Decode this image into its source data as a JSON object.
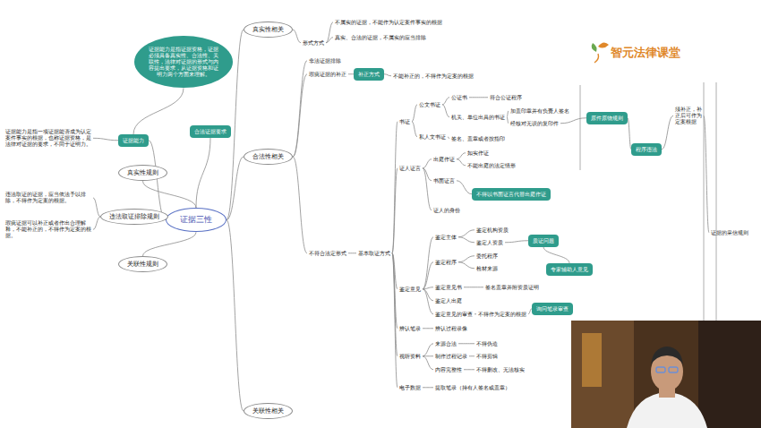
{
  "diagram": {
    "nodes": [
      {
        "text": [
          "证据三性"
        ]
      },
      {
        "text": [
          "证据能力是指证据资格，证据必须具备真实性、合法性、关联性，法律对证据的形式与内容提出要求，从证据资格和证明力两个方面来理解。"
        ]
      },
      {
        "text": [
          "证据能力"
        ]
      },
      {
        "text": [
          "真实性规则"
        ]
      },
      {
        "text": [
          "违法取证排除规则"
        ]
      },
      {
        "text": [
          "关联性规则"
        ]
      },
      {
        "text": [
          "证据能力是指一项证据能否成为认定案件事实的根据，也称证据资格，是法律对证据的要求，不同于证明力。"
        ]
      },
      {
        "text": [
          "违法取证的证据，应当依法予以排除，不得作为定案的根据。"
        ]
      },
      {
        "text": [
          "瑕疵证据可以补正或者作出合理解释，不能补正的，不得作为定案的根据。"
        ]
      },
      {
        "text": [
          "真实性相关"
        ]
      },
      {
        "text": [
          "合法性相关"
        ]
      },
      {
        "text": [
          "关联性相关"
        ]
      },
      {
        "text": [
          "合法证据要求"
        ]
      },
      {
        "text": [
          "形式方式"
        ]
      },
      {
        "text": [
          "不属实的证据，不能作为认定案件事实的根据"
        ]
      },
      {
        "text": [
          "真实、合法的证据，不属实的应当排除"
        ]
      },
      {
        "text": [
          "非法证据排除"
        ]
      },
      {
        "text": [
          "瑕疵证据的补正"
        ]
      },
      {
        "text": [
          "补正方式"
        ]
      },
      {
        "text": [
          "不能补正的，不得作为定案的根据"
        ]
      },
      {
        "text": [
          "不符合法定形式"
        ]
      },
      {
        "text": [
          "基本取证方式"
        ]
      },
      {
        "text": [
          "书证"
        ]
      },
      {
        "text": [
          "公文书证"
        ]
      },
      {
        "text": [
          "私人文书证"
        ]
      },
      {
        "text": [
          "公证书"
        ]
      },
      {
        "text": [
          "符合公证程序"
        ]
      },
      {
        "text": [
          "机关、单位出具的书证"
        ]
      },
      {
        "text": [
          "加盖印章并有负责人签名"
        ]
      },
      {
        "text": [
          "经核对无误的复印件"
        ]
      },
      {
        "text": [
          "签名、盖章或者按指印"
        ]
      },
      {
        "text": [
          "证人证言"
        ]
      },
      {
        "text": [
          "出庭作证"
        ]
      },
      {
        "text": [
          "如实作证"
        ]
      },
      {
        "text": [
          "不能出庭的法定情形"
        ]
      },
      {
        "text": [
          "书面证言"
        ]
      },
      {
        "text": [
          "不得以书面证言代替出庭作证"
        ]
      },
      {
        "text": [
          "证人的身份"
        ]
      },
      {
        "text": [
          "鉴定意见"
        ]
      },
      {
        "text": [
          "鉴定主体"
        ]
      },
      {
        "text": [
          "鉴定机构资质"
        ]
      },
      {
        "text": [
          "鉴定人资质"
        ]
      },
      {
        "text": [
          "鉴定程序"
        ]
      },
      {
        "text": [
          "委托程序"
        ]
      },
      {
        "text": [
          "检材来源"
        ]
      },
      {
        "text": [
          "鉴定意见书"
        ]
      },
      {
        "text": [
          "签名盖章并附资质证明"
        ]
      },
      {
        "text": [
          "鉴定人出庭"
        ]
      },
      {
        "text": [
          "鉴定意见的审查"
        ]
      },
      {
        "text": [
          "不得作为定案的根据"
        ]
      },
      {
        "text": [
          "质证问题"
        ]
      },
      {
        "text": [
          "专家辅助人意见"
        ]
      },
      {
        "text": [
          "询问笔录审查"
        ]
      },
      {
        "text": [
          "辨认笔录"
        ]
      },
      {
        "text": [
          "辨认过程录像"
        ]
      },
      {
        "text": [
          "视听资料"
        ]
      },
      {
        "text": [
          "来源合法"
        ]
      },
      {
        "text": [
          "不得伪造"
        ]
      },
      {
        "text": [
          "制作过程记录"
        ]
      },
      {
        "text": [
          "不得剪辑"
        ]
      },
      {
        "text": [
          "内容完整性"
        ]
      },
      {
        "text": [
          "不得删改、无法核实"
        ]
      },
      {
        "text": [
          "电子数据"
        ]
      },
      {
        "text": [
          "提取笔录（持有人签名或盖章）"
        ]
      },
      {
        "text": [
          "程序违法"
        ]
      },
      {
        "text": [
          "须补正，补正后可作为定案根据"
        ]
      },
      {
        "text": [
          "原件原物规则"
        ]
      },
      {
        "text": [
          "证据的采信规则"
        ]
      }
    ],
    "edges": [
      {
        "from": 0,
        "to": 2,
        "arrow": "none"
      },
      {
        "from": 0,
        "to": 3,
        "arrow": "none"
      },
      {
        "from": 0,
        "to": 4,
        "arrow": "none"
      },
      {
        "from": 0,
        "to": 5,
        "arrow": "none"
      },
      {
        "from": 2,
        "to": 1,
        "arrow": "none"
      },
      {
        "from": 2,
        "to": 6,
        "arrow": "none"
      },
      {
        "from": 4,
        "to": 7,
        "arrow": "none"
      },
      {
        "from": 4,
        "to": 8,
        "arrow": "none"
      },
      {
        "from": 0,
        "to": 12,
        "arrow": "none"
      },
      {
        "from": 0,
        "to": 9,
        "arrow": "none"
      },
      {
        "from": 0,
        "to": 10,
        "arrow": "none"
      },
      {
        "from": 0,
        "to": 11,
        "arrow": "none"
      },
      {
        "from": 9,
        "to": 13,
        "arrow": "none"
      },
      {
        "from": 13,
        "to": 14,
        "arrow": "none"
      },
      {
        "from": 13,
        "to": 15,
        "arrow": "none"
      },
      {
        "from": 10,
        "to": 16,
        "arrow": "none"
      },
      {
        "from": 10,
        "to": 17,
        "arrow": "none"
      },
      {
        "from": 10,
        "to": 20,
        "arrow": "none"
      },
      {
        "from": 17,
        "to": 18,
        "arrow": "none"
      },
      {
        "from": 18,
        "to": 19,
        "arrow": "none"
      },
      {
        "from": 20,
        "to": 21,
        "arrow": "none"
      },
      {
        "from": 21,
        "to": 22,
        "arrow": "none"
      },
      {
        "from": 21,
        "to": 31,
        "arrow": "none"
      },
      {
        "from": 21,
        "to": 38,
        "arrow": "none"
      },
      {
        "from": 21,
        "to": 53,
        "arrow": "none"
      },
      {
        "from": 21,
        "to": 55,
        "arrow": "none"
      },
      {
        "from": 21,
        "to": 62,
        "arrow": "none"
      },
      {
        "from": 22,
        "to": 23,
        "arrow": "none"
      },
      {
        "from": 22,
        "to": 24,
        "arrow": "none"
      },
      {
        "from": 23,
        "to": 25,
        "arrow": "none"
      },
      {
        "from": 25,
        "to": 26,
        "arrow": "none"
      },
      {
        "from": 23,
        "to": 27,
        "arrow": "none"
      },
      {
        "from": 27,
        "to": 28,
        "arrow": "none"
      },
      {
        "from": 27,
        "to": 29,
        "arrow": "none"
      },
      {
        "from": 24,
        "to": 30,
        "arrow": "none"
      },
      {
        "from": 31,
        "to": 32,
        "arrow": "none"
      },
      {
        "from": 31,
        "to": 35,
        "arrow": "none"
      },
      {
        "from": 31,
        "to": 37,
        "arrow": "none"
      },
      {
        "from": 32,
        "to": 33,
        "arrow": "none"
      },
      {
        "from": 32,
        "to": 34,
        "arrow": "none"
      },
      {
        "from": 35,
        "to": 36,
        "arrow": "none"
      },
      {
        "from": 38,
        "to": 39,
        "arrow": "none"
      },
      {
        "from": 38,
        "to": 42,
        "arrow": "none"
      },
      {
        "from": 38,
        "to": 45,
        "arrow": "none"
      },
      {
        "from": 38,
        "to": 47,
        "arrow": "none"
      },
      {
        "from": 38,
        "to": 48,
        "arrow": "none"
      },
      {
        "from": 39,
        "to": 40,
        "arrow": "none"
      },
      {
        "from": 39,
        "to": 41,
        "arrow": "none"
      },
      {
        "from": 41,
        "to": 50,
        "arrow": "none"
      },
      {
        "from": 50,
        "to": 51,
        "arrow": "none"
      },
      {
        "from": 42,
        "to": 43,
        "arrow": "none"
      },
      {
        "from": 42,
        "to": 44,
        "arrow": "none"
      },
      {
        "from": 45,
        "to": 46,
        "arrow": "none"
      },
      {
        "from": 48,
        "to": 49,
        "arrow": "none"
      },
      {
        "from": 49,
        "to": 52,
        "arrow": "none"
      },
      {
        "from": 53,
        "to": 54,
        "arrow": "none"
      },
      {
        "from": 55,
        "to": 56,
        "arrow": "none"
      },
      {
        "from": 55,
        "to": 58,
        "arrow": "none"
      },
      {
        "from": 55,
        "to": 60,
        "arrow": "none"
      },
      {
        "from": 56,
        "to": 57,
        "arrow": "none"
      },
      {
        "from": 58,
        "to": 59,
        "arrow": "none"
      },
      {
        "from": 60,
        "to": 61,
        "arrow": "none"
      },
      {
        "from": 62,
        "to": 63,
        "arrow": "none"
      },
      {
        "from": 29,
        "to": 66,
        "arrow": "none"
      },
      {
        "from": 66,
        "to": 64,
        "arrow": "none"
      },
      {
        "from": 64,
        "to": 65,
        "arrow": "none"
      },
      {
        "from": 65,
        "to": 67,
        "arrow": "none"
      }
    ],
    "labels": [
      "智元法律课堂"
    ]
  }
}
